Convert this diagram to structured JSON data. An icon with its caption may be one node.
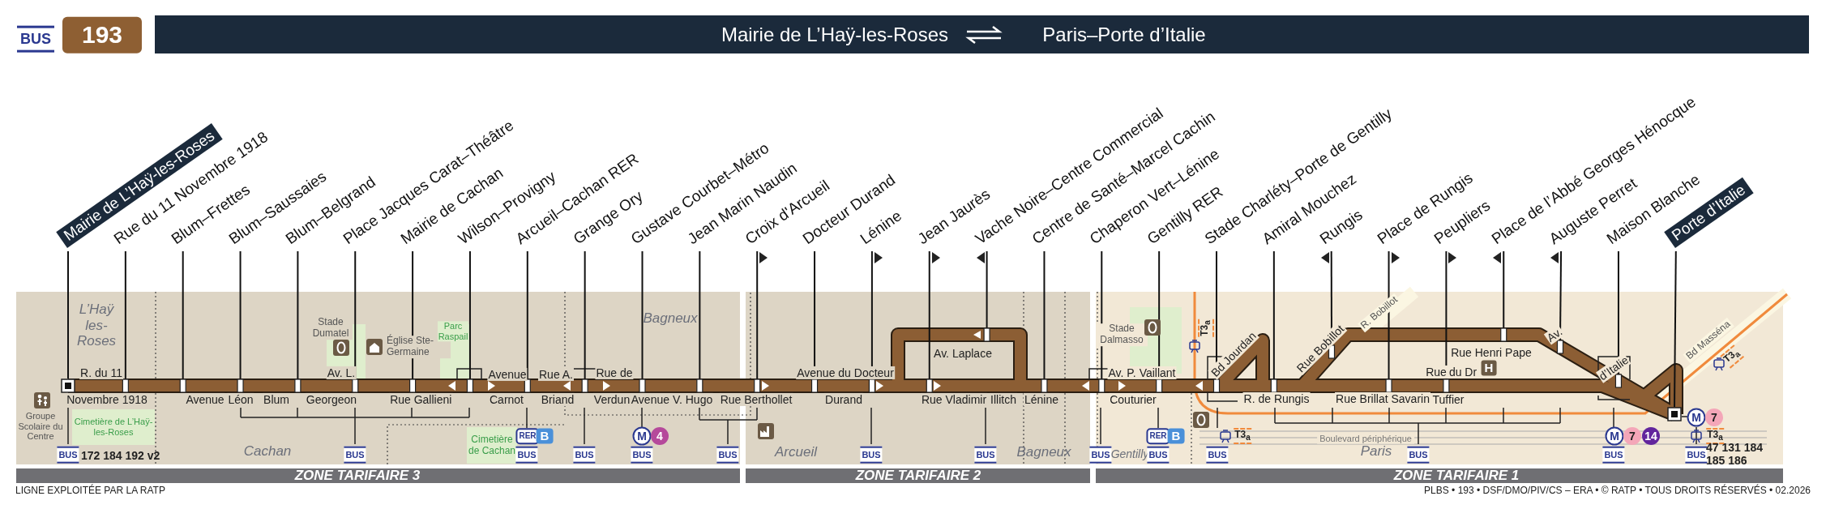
{
  "diagram": {
    "nodes": [
      {
        "text": [
          "Mairie de L’Haÿ-les-Roses"
        ]
      },
      {
        "text": [
          "Rue du 11 Novembre 1918"
        ]
      },
      {
        "text": [
          "Blum–Frettes"
        ]
      },
      {
        "text": [
          "Blum–Saussaies"
        ]
      },
      {
        "text": [
          "Blum–Belgrand"
        ]
      },
      {
        "text": [
          "Place Jacques Carat–Théâtre"
        ]
      },
      {
        "text": [
          "Mairie de Cachan"
        ]
      },
      {
        "text": [
          "Wilson–Provigny"
        ]
      },
      {
        "text": [
          "Arcueil–Cachan RER"
        ]
      },
      {
        "text": [
          "Grange Ory"
        ]
      },
      {
        "text": [
          "Gustave Courbet–Métro"
        ]
      },
      {
        "text": [
          "Jean Marin Naudin"
        ]
      },
      {
        "text": [
          "Croix d'Arcueil"
        ]
      },
      {
        "text": [
          "Docteur Durand"
        ]
      },
      {
        "text": [
          "Lénine"
        ]
      },
      {
        "text": [
          "Jean Jaurès"
        ]
      },
      {
        "text": [
          "Vache Noire–Centre Commercial"
        ]
      },
      {
        "text": [
          "Centre de Santé–Marcel Cachin"
        ]
      },
      {
        "text": [
          "Chaperon Vert–Lénine"
        ]
      },
      {
        "text": [
          "Gentilly RER"
        ]
      },
      {
        "text": [
          "Stade Charléty–Porte de Gentilly"
        ]
      },
      {
        "text": [
          "Amiral Mouchez"
        ]
      },
      {
        "text": [
          "Rungis"
        ]
      },
      {
        "text": [
          "Place de Rungis"
        ]
      },
      {
        "text": [
          "Peupliers"
        ]
      },
      {
        "text": [
          "Place de l’Abbé Georges Hénocque"
        ]
      },
      {
        "text": [
          "Auguste Perret"
        ]
      },
      {
        "text": [
          "Maison Blanche"
        ]
      },
      {
        "text": [
          "Porte d’Italie"
        ]
      },
      {
        "text": [],
        "shape": "box"
      },
      {
        "text": [],
        "shape": "box"
      },
      {
        "text": [],
        "shape": "box"
      },
      {
        "text": [],
        "shape": "box"
      },
      {
        "text": [],
        "shape": "box"
      },
      {
        "text": [],
        "shape": "box"
      },
      {
        "text": [],
        "shape": "box"
      },
      {
        "text": [],
        "shape": "box"
      },
      {
        "text": [],
        "shape": "box"
      },
      {
        "text": [],
        "shape": "box"
      },
      {
        "text": [],
        "shape": "box"
      },
      {
        "text": [],
        "shape": "box"
      },
      {
        "text": [],
        "shape": "box"
      },
      {
        "text": [],
        "shape": "box"
      },
      {
        "text": [],
        "shape": "box"
      },
      {
        "text": [],
        "shape": "box"
      },
      {
        "text": [],
        "shape": "box"
      },
      {
        "text": [],
        "shape": "box"
      },
      {
        "text": [],
        "shape": "box"
      },
      {
        "text": [],
        "shape": "box"
      },
      {
        "text": [],
        "shape": "box"
      },
      {
        "text": [],
        "shape": "box"
      },
      {
        "text": [],
        "shape": "box"
      },
      {
        "text": [],
        "shape": "box"
      },
      {
        "text": [],
        "shape": "box"
      },
      {
        "text": [],
        "shape": "box"
      },
      {
        "text": [],
        "shape": "box"
      },
      {
        "text": [],
        "shape": "box"
      },
      {
        "text": [],
        "shape": "box"
      }
    ],
    "edges": [
      {
        "from": 0,
        "to": 29,
        "arrow": "none"
      },
      {
        "from": 1,
        "to": 30,
        "arrow": "none"
      },
      {
        "from": 2,
        "to": 31,
        "arrow": "none"
      },
      {
        "from": 3,
        "to": 32,
        "arrow": "none"
      },
      {
        "from": 4,
        "to": 33,
        "arrow": "none"
      },
      {
        "from": 5,
        "to": 34,
        "arrow": "none"
      },
      {
        "from": 6,
        "to": 35,
        "arrow": "none"
      },
      {
        "from": 7,
        "to": 36,
        "arrow": "none"
      },
      {
        "from": 8,
        "to": 37,
        "arrow": "none"
      },
      {
        "from": 9,
        "to": 38,
        "arrow": "none"
      },
      {
        "from": 10,
        "to": 39,
        "arrow": "none"
      },
      {
        "from": 11,
        "to": 40,
        "arrow": "none"
      },
      {
        "from": 12,
        "to": 41,
        "arrow": "none"
      },
      {
        "from": 13,
        "to": 42,
        "arrow": "none"
      },
      {
        "from": 14,
        "to": 43,
        "arrow": "none"
      },
      {
        "from": 15,
        "to": 44,
        "arrow": "none"
      },
      {
        "from": 16,
        "to": 45,
        "arrow": "none"
      },
      {
        "from": 17,
        "to": 46,
        "arrow": "none"
      },
      {
        "from": 18,
        "to": 47,
        "arrow": "none"
      },
      {
        "from": 19,
        "to": 48,
        "arrow": "none"
      },
      {
        "from": 20,
        "to": 49,
        "arrow": "none"
      },
      {
        "from": 21,
        "to": 50,
        "arrow": "none"
      },
      {
        "from": 22,
        "to": 51,
        "arrow": "none"
      },
      {
        "from": 23,
        "to": 52,
        "arrow": "none"
      },
      {
        "from": 24,
        "to": 53,
        "arrow": "none"
      },
      {
        "from": 25,
        "to": 54,
        "arrow": "none"
      },
      {
        "from": 26,
        "to": 55,
        "arrow": "none"
      },
      {
        "from": 27,
        "to": 56,
        "arrow": "none"
      },
      {
        "from": 28,
        "to": 57,
        "arrow": "none"
      }
    ],
    "labels": [
      "BUS",
      "193",
      "Mairie de L’Haÿ-les-Roses",
      "Paris–Porte d’Italie",
      "L’Haÿ les-Roses",
      "R. du 11",
      "Novembre 1918",
      "Avenue",
      "Léon",
      "Blum",
      "Stade Dumatel",
      "Av. L.",
      "Georgeon",
      "Église Ste-Germaine",
      "Rue",
      "Gallieni",
      "Parc Raspail",
      "Avenue",
      "Carnot",
      "Rue A.",
      "Briand",
      "Rue de",
      "Verdun",
      "Bagneux",
      "Avenue V. Hugo",
      "Rue Berthollet",
      "Avenue du Docteur",
      "Durand",
      "Av. Laplace",
      "Rue Vladimir",
      "Illitch",
      "Lénine",
      "Stade Dalmasso",
      "Av. P. Vaillant",
      "Couturier",
      "T3$_{a}$",
      "Bd Jourdan",
      "R. de Rungis",
      "Rue Bobillot",
      "R. Bobillot",
      "Rue Henri Pape",
      "Rue",
      "du Dr",
      "H",
      "Rue Brillat Savarin",
      "Tuffier",
      "Av.",
      "d’Italie",
      "Bd Masséna",
      "T3$_{a}$",
      "Groupe Scolaire du Centre",
      "Cimetière de L’Haÿ-les-Roses",
      "Cimetière de Cachan",
      "RER",
      "B",
      "M",
      "4",
      "Boulevard périphérique",
      "RER",
      "B",
      "T3$_{a}$",
      "M",
      "7",
      "14",
      "M",
      "7",
      "T3$_{a}$",
      "BUS",
      "172 184 192 v2",
      "Cachan",
      "BUS",
      "BUS",
      "BUS",
      "BUS",
      "BUS",
      "Arcueil",
      "BUS",
      "BUS",
      "Bagneux",
      "BUS",
      "Gentilly",
      "BUS",
      "BUS",
      "Paris",
      "BUS",
      "BUS",
      "BUS",
      "47 131 184 185 186",
      "ZONE TARIFAIRE 3",
      "ZONE TARIFAIRE 2",
      "ZONE TARIFAIRE 1",
      "LIGNE EXPLOITÉE PAR LA RATP",
      "PLBS • 193 • DSF/DMO/PIV/CS – ERA • © RATP • TOUS DROITS RÉSERVÉS • 02.2026"
    ]
  }
}
